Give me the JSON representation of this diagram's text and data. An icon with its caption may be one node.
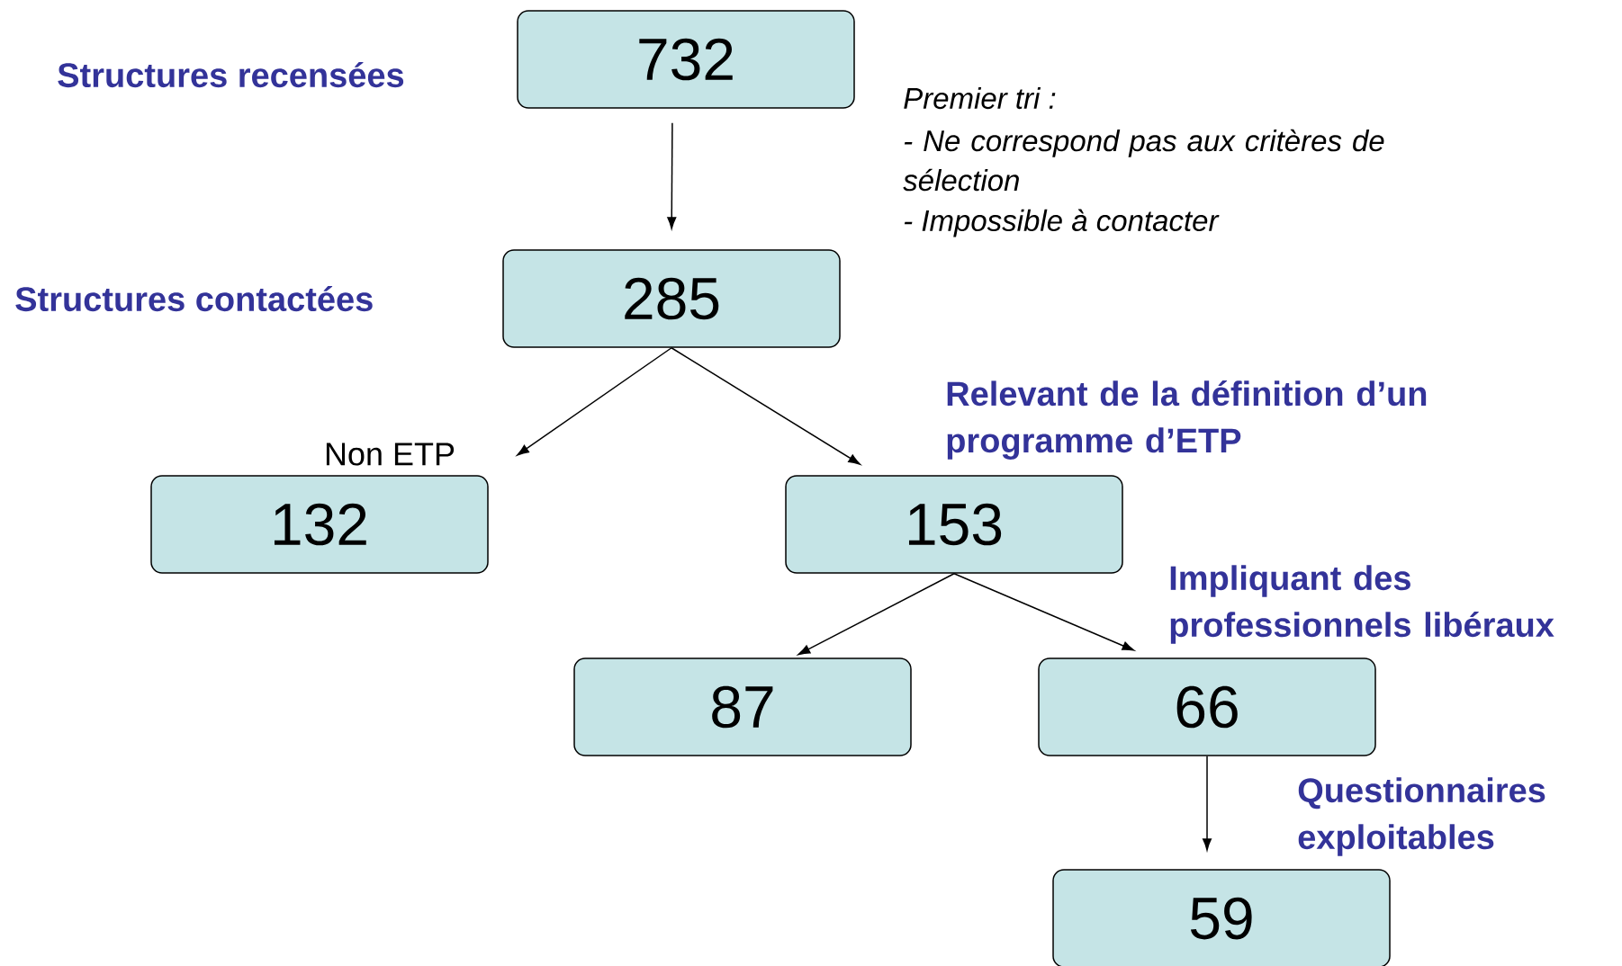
{
  "diagram": {
    "nodes": [
      {
        "text": [
          "732"
        ]
      },
      {
        "text": [
          "285"
        ]
      },
      {
        "text": [
          "132"
        ],
        "beside": [
          "Non ETP"
        ]
      },
      {
        "text": [
          "153"
        ],
        "beside": [
          "Relevant de la définition d’un programme d’ETP"
        ]
      },
      {
        "text": [
          "87"
        ]
      },
      {
        "text": [
          "66"
        ],
        "beside": [
          "Impliquant des professionnels libéraux"
        ]
      },
      {
        "text": [
          "59"
        ],
        "beside": [
          "Questionnaires exploitables"
        ]
      }
    ],
    "edges": [
      {
        "from": 0,
        "to": 1,
        "arrow": "to"
      },
      {
        "from": 1,
        "to": 2,
        "arrow": "to"
      },
      {
        "from": 1,
        "to": 3,
        "arrow": "to"
      },
      {
        "from": 3,
        "to": 4,
        "arrow": "to"
      },
      {
        "from": 3,
        "to": 5,
        "arrow": "to"
      },
      {
        "from": 5,
        "to": 6,
        "arrow": "to"
      }
    ],
    "labels": [
      "Structures recensées",
      "Premier tri :",
      "- Ne correspond pas aux critères de sélection",
      "- Impossible à contacter",
      "Structures contactées"
    ]
  }
}
